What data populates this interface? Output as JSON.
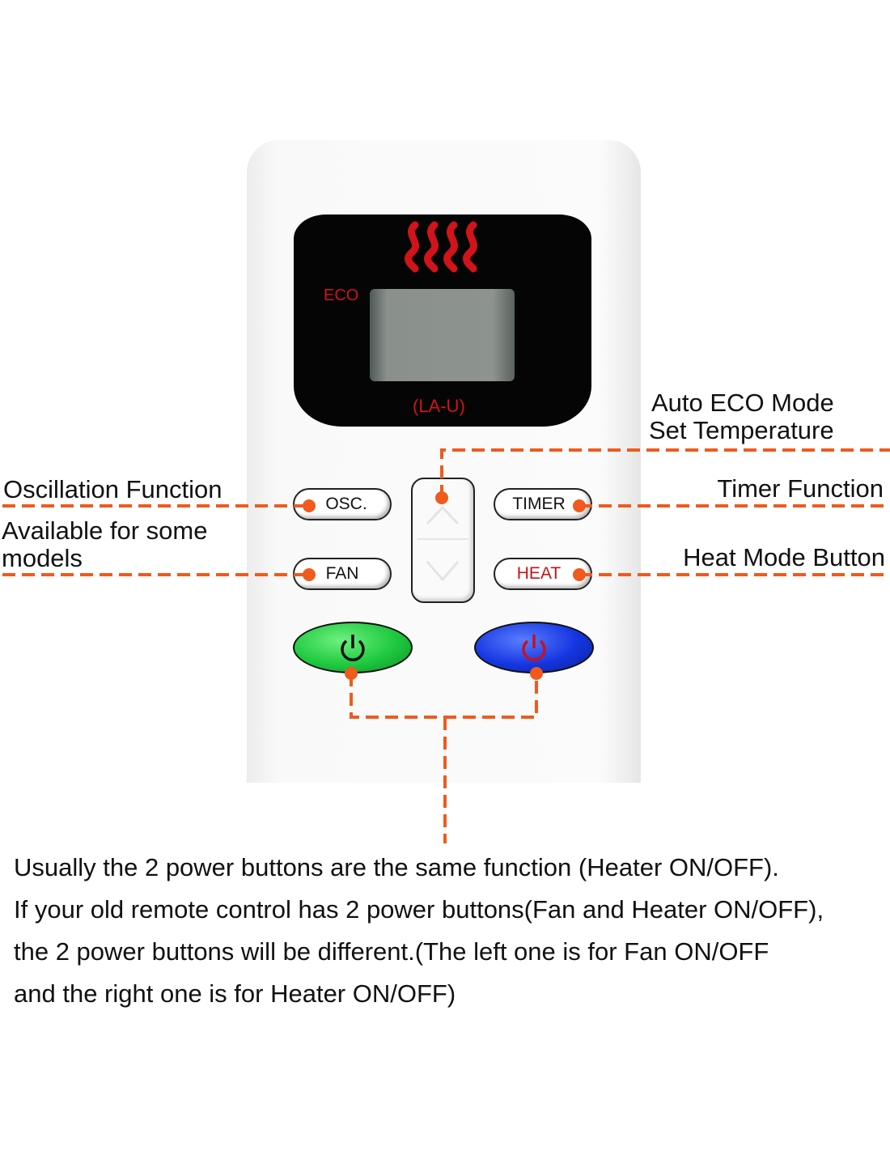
{
  "remote": {
    "display": {
      "eco_label": "ECO",
      "model_label": "(LA-U)"
    },
    "buttons": {
      "osc": "OSC.",
      "fan": "FAN",
      "timer": "TIMER",
      "heat": "HEAT"
    }
  },
  "callouts": {
    "temperature_line1": "Auto ECO Mode",
    "temperature_line2": "Set Temperature",
    "oscillation": "Oscillation Function",
    "fan_line1": "Available for some",
    "fan_line2": "models",
    "timer": "Timer Function",
    "heat": "Heat Mode Button"
  },
  "description": [
    "Usually the 2 power buttons are the same function (Heater ON/OFF).",
    "If your old remote control has 2 power buttons(Fan and Heater ON/OFF),",
    "the 2 power buttons will be different.(The left one is for Fan ON/OFF",
    "and the right one is for Heater ON/OFF)"
  ],
  "colors": {
    "callout": "#f05a1e",
    "power_left": "#1fc93f",
    "power_right": "#1536e0",
    "display_text": "#d0141a"
  }
}
